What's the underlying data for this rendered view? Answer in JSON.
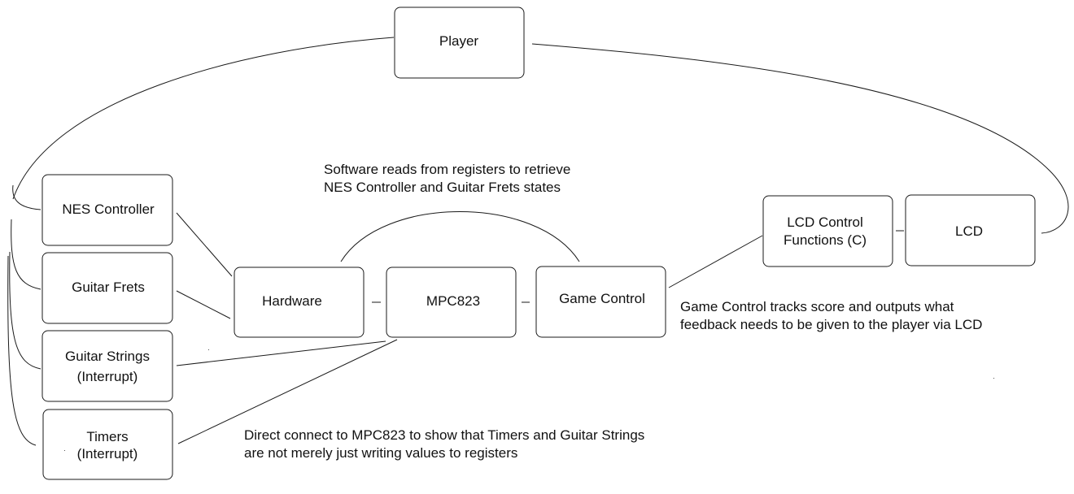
{
  "nodes": {
    "player": [
      "Player"
    ],
    "nes_controller": [
      "NES Controller"
    ],
    "guitar_frets": [
      "Guitar Frets"
    ],
    "guitar_strings": [
      "Guitar Strings",
      "(Interrupt)"
    ],
    "timers": [
      "Timers",
      "(Interrupt)"
    ],
    "hardware": [
      "Hardware"
    ],
    "mpc823": [
      "MPC823"
    ],
    "game_control": [
      "Game Control"
    ],
    "lcd_control": [
      "LCD Control",
      "Functions (C)"
    ],
    "lcd": [
      "LCD"
    ]
  },
  "notes": {
    "software_reads": [
      "Software reads from registers to retrieve",
      "NES Controller and Guitar Frets states"
    ],
    "game_control_tracks": [
      "Game Control tracks score and outputs what",
      "feedback needs to be given to the player via LCD"
    ],
    "direct_connect": [
      "Direct connect to MPC823 to show that Timers and Guitar Strings",
      "are not merely just writing values to registers"
    ]
  }
}
